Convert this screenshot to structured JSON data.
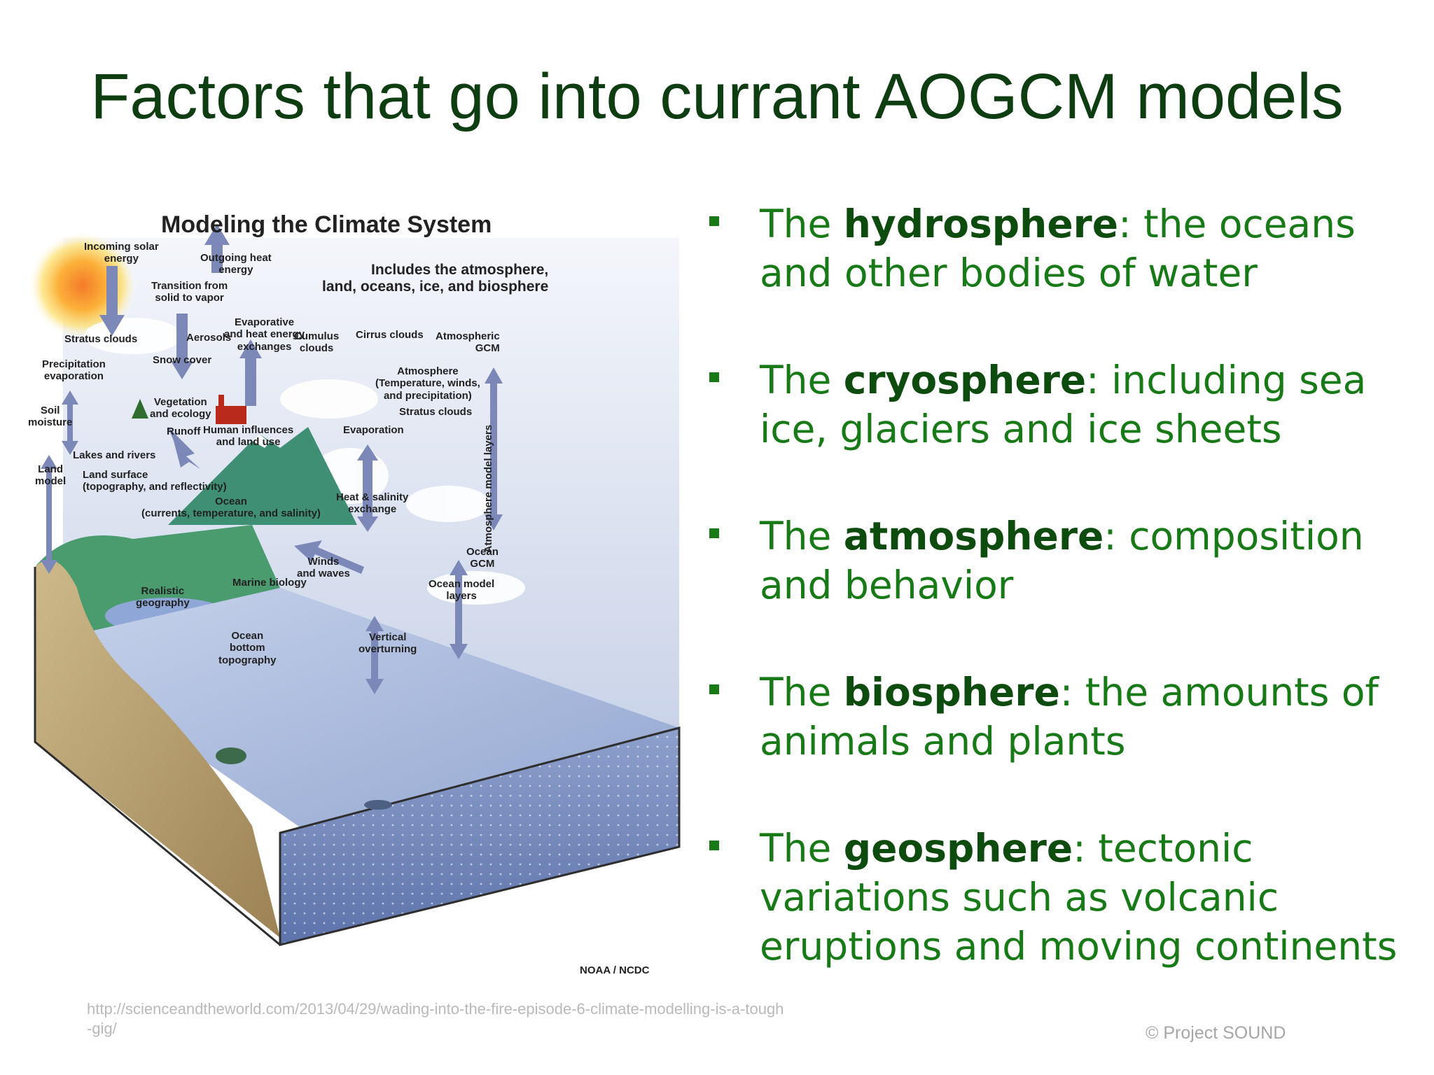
{
  "title": "Factors that go into currant AOGCM models",
  "figure": {
    "title": "Modeling the Climate System",
    "subtitle_line1": "Includes the atmosphere,",
    "subtitle_line2": "land, oceans, ice, and biosphere",
    "credit": "NOAA / NCDC",
    "labels": {
      "incoming_solar": "Incoming solar\nenergy",
      "outgoing_heat": "Outgoing heat\nenergy",
      "transition": "Transition from\nsolid to vapor",
      "evaporative": "Evaporative\nand heat energy\nexchanges",
      "stratus_top": "Stratus clouds",
      "aerosols": "Aerosols",
      "cumulus": "Cumulus\nclouds",
      "cirrus": "Cirrus clouds",
      "atm_gcm": "Atmospheric\nGCM",
      "precip": "Precipitation\nevaporation",
      "snow": "Snow cover",
      "atmosphere": "Atmosphere\n(Temperature, winds,\nand precipitation)",
      "soil": "Soil\nmoisture",
      "vegetation": "Vegetation\nand ecology",
      "stratus_mid": "Stratus clouds",
      "runoff": "Runoff",
      "human": "Human influences\nand land use",
      "evaporation": "Evaporation",
      "atm_layers": "Atmosphere model layers",
      "lakes": "Lakes and rivers",
      "land_model": "Land\nmodel",
      "land_surface": "Land surface\n(topography, and reflectivity)",
      "ocean": "Ocean\n(currents, temperature, and salinity)",
      "heat_salinity": "Heat & salinity\nexchange",
      "winds": "Winds\nand waves",
      "ocean_gcm": "Ocean\nGCM",
      "marine": "Marine biology",
      "ocean_layers": "Ocean model\nlayers",
      "realistic": "Realistic\ngeography",
      "bottom": "Ocean\nbottom\ntopography",
      "vertical": "Vertical\noverturning"
    }
  },
  "bullets": [
    {
      "pre": "The ",
      "bold": "hydrosphere",
      "post": ": the oceans and other bodies of water"
    },
    {
      "pre": "The ",
      "bold": "cryosphere",
      "post": ": including sea ice, glaciers and ice sheets"
    },
    {
      "pre": "The ",
      "bold": "atmosphere",
      "post": ": composition and behavior"
    },
    {
      "pre": "The ",
      "bold": "biosphere",
      "post": ": the amounts of animals and plants"
    },
    {
      "pre": "The ",
      "bold": "geosphere",
      "post": ": tectonic variations such as volcanic eruptions and moving continents"
    }
  ],
  "source_url": "http://scienceandtheworld.com/2013/04/29/wading-into-the-fire-episode-6-climate-modelling-is-a-tough-gig/",
  "copyright": "© Project  SOUND",
  "colors": {
    "title": "#0f3d12",
    "bullet_text": "#177a17",
    "bullet_bold": "#0e4b0e",
    "ocean": "#6f86b8",
    "land": "#b39a6a",
    "sky": "#dfe6f2"
  }
}
